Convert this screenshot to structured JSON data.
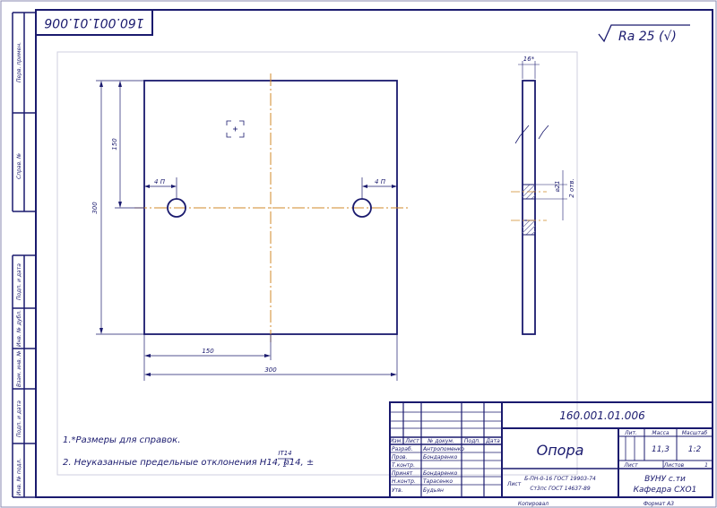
{
  "drawing": {
    "code_top": "160.001.01.006",
    "roughness": "Ra 25 (√)",
    "title": "Опора",
    "code": "160.001.01.006",
    "mass": "11,3",
    "scale": "1:2",
    "sheets_label": "Листов",
    "sheets_count": "1",
    "sheet_label": "Лист",
    "litera_label": "Лит.",
    "mass_label": "Масса",
    "scale_label": "Масштаб",
    "material_line1": "Б-ПН-0-16 ГОСТ 19903-74",
    "material_line2": "Ст3пс ГОСТ 14637-89",
    "org_line1": "ВУНУ с.ти",
    "org_line2": "Кафедра СХО1",
    "copied": "Копировал",
    "format": "Формат    А3"
  },
  "notes": {
    "note1": "1.*Размеры для справок.",
    "note2": "2. Неуказанные предельные отклонения H14, h14, ±",
    "frac_num": "IT14",
    "frac_den": "2"
  },
  "stamp_headers": {
    "izm": "Изм.",
    "list": "Лист",
    "doc": "№ докум.",
    "sign": "Подп.",
    "date": "Дата"
  },
  "stamp_roles": [
    {
      "role": "Разраб.",
      "name": "Антропоменко"
    },
    {
      "role": "Пров.",
      "name": "Бондаренко"
    },
    {
      "role": "Т.контр.",
      "name": ""
    },
    {
      "role": "Принят",
      "name": "Бондаренко"
    },
    {
      "role": "Н.контр.",
      "name": "Тарасенко"
    },
    {
      "role": "Утв.",
      "name": "Будьян"
    }
  ],
  "side_labels": [
    "Перв. примен.",
    "Справ. №",
    "Подп. и дата",
    "Инв. № дубл.",
    "Взам. инв. №",
    "Подп. и дата",
    "Инв. № подл."
  ],
  "dims": {
    "d_top": "16*",
    "d_hole_left": "4 П",
    "d_hole_right": "4 П",
    "d_150_v": "150",
    "d_300_v": "300",
    "d_150_h": "150",
    "d_300_h": "300",
    "d_hole": "⌀21",
    "d_holes_count": "2 отв."
  },
  "colors": {
    "line": "#1a1a6e",
    "axis": "#d08a2a",
    "hatch": "#7a7aa8"
  }
}
